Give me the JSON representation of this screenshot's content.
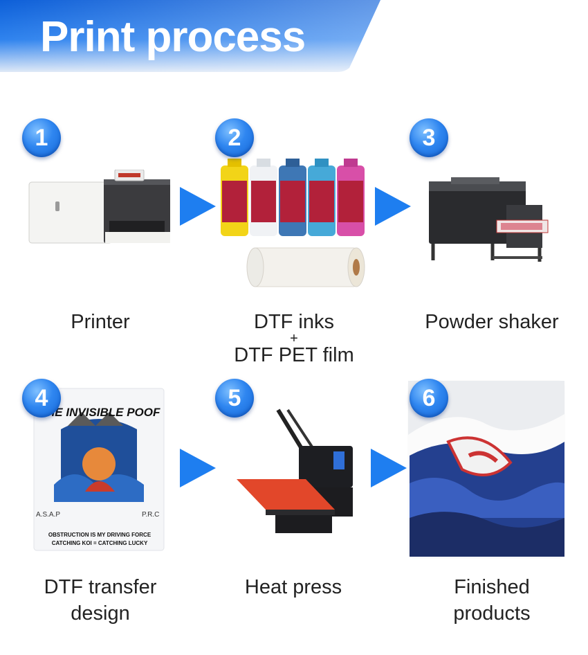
{
  "header": {
    "title": "Print process"
  },
  "steps": [
    {
      "number": "1",
      "label": "Printer"
    },
    {
      "number": "2",
      "label_line1": "DTF inks",
      "label_plus": "+",
      "label_line2": "DTF PET film"
    },
    {
      "number": "3",
      "label": "Powder shaker"
    },
    {
      "number": "4",
      "label_line1": "DTF transfer",
      "label_line2": "design"
    },
    {
      "number": "5",
      "label": "Heat press"
    },
    {
      "number": "6",
      "label_line1": "Finished",
      "label_line2": "products"
    }
  ],
  "transfer_art": {
    "headline": "THE INVISIBLE POOF",
    "left_tag": "A.S.A.P",
    "right_tag": "P.R.C",
    "slogan1": "OBSTRUCTION IS MY DRIVING FORCE",
    "slogan2": "CATCHING KOI = CATCHING LUCKY"
  },
  "icons": [
    "print-process-banner",
    "step-number-badge",
    "arrow-right-icon",
    "printer-image",
    "ink-bottles-image",
    "film-roll-image",
    "powder-shaker-image",
    "transfer-design-image",
    "heat-press-image",
    "finished-product-image"
  ],
  "colors": {
    "accent": "#1a73e8",
    "arrow": "#1e7ef0",
    "text": "#222222",
    "press_plate": "#e2472a"
  }
}
